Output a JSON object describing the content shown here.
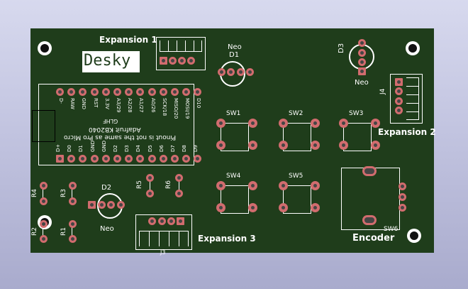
{
  "board_labels": {
    "expansion1": "Expansion 1",
    "expansion2": "Expansion 2",
    "expansion3": "Expansion 3",
    "logo": "Desky",
    "neo_top": "Neo",
    "neo_right": "Neo",
    "neo_left": "Neo",
    "encoder": "Encoder"
  },
  "refdes": {
    "d1": "D1",
    "d2": "D2",
    "d3": "D3",
    "j4": "J4",
    "j3": "J3",
    "sw1": "SW1",
    "sw2": "SW2",
    "sw3": "SW3",
    "sw4": "SW4",
    "sw5": "SW5",
    "sw6": "SW6",
    "r1": "R1",
    "r2": "R2",
    "r3": "R3",
    "r4": "R4",
    "r5": "R5",
    "r6": "R6"
  },
  "mcu": {
    "title": "Adafruit KB2040",
    "note": "Pinout is not the same as Pro Micro",
    "side": "GLHF",
    "top_pins": [
      "D-",
      "RAW",
      "GND",
      "RST",
      "3.3V",
      "A3/29",
      "A2/28",
      "A1/27",
      "A0/26",
      "SCK/18",
      "MISO/20",
      "MOSI/19",
      "D10"
    ],
    "bottom_pins": [
      "D+",
      "D0",
      "D1",
      "GND",
      "GND",
      "D2",
      "D3",
      "D4",
      "D5",
      "D6",
      "D7",
      "D8",
      "D9"
    ]
  },
  "colors": {
    "board": "#1f3d1b",
    "pad": "#d16c6e",
    "silk": "#ffffff"
  }
}
